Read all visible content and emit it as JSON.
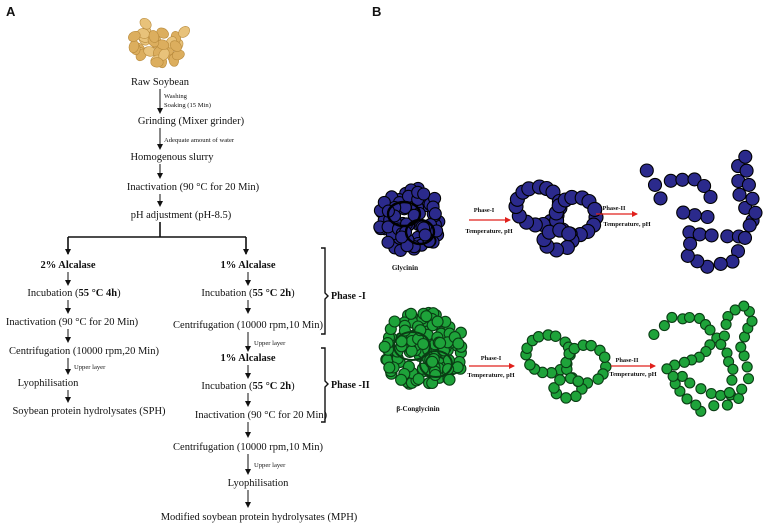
{
  "panels": {
    "a": "A",
    "b": "B"
  },
  "flow": {
    "raw": "Raw Soybean",
    "washing": "Washing",
    "soaking": "Soaking (15 Min)",
    "grinding": "Grinding (Mixer grinder)",
    "water": "Adequate amount of water",
    "slurry": "Homogenous slurry",
    "inact1": "Inactivation (90 °C for 20 Min)",
    "ph": "pH adjustment (pH-8.5)",
    "left": {
      "alcalase": "2% Alcalase",
      "incubation_pre": "Incubation (",
      "incubation_bold": "55 °C  4h",
      "incubation_post": ")",
      "inact": "Inactivation (90 °C for 20 Min)",
      "centri": "Centrifugation (10000 rpm,20 Min)",
      "upper": "Upper layer",
      "lyo": "Lyophilisation",
      "product": "Soybean protein hydrolysates (SPH)"
    },
    "right": {
      "alcalase1": "1% Alcalase",
      "incubation1_pre": "Incubation (",
      "incubation1_bold": "55 °C  2h",
      "incubation1_post": ")",
      "centri1": "Centrifugation (10000 rpm,10 Min)",
      "upper1": "Upper layer",
      "alcalase2": "1% Alcalase",
      "incubation2_pre": "Incubation (",
      "incubation2_bold": "55 °C  2h",
      "incubation2_post": ")",
      "inact": "Inactivation (90 °C for 20 Min)",
      "centri2": "Centrifugation (10000 rpm,10 Min)",
      "upper2": "Upper layer",
      "lyo": "Lyophilisation",
      "product": "Modified soybean protein hydrolysates (MPH)"
    },
    "phase1": "Phase -I",
    "phase2": "Phase -II"
  },
  "unfolding": {
    "glycinin": {
      "name": "Glycinin",
      "color": "#2b2a8c",
      "phase1": "Phase-I",
      "cond1": "Temperature, pH",
      "phase2": "Phase-II",
      "cond2": "Temperature, pH"
    },
    "conglycinin": {
      "name": "β-Conglycinin",
      "color": "#1ea33a",
      "phase1": "Phase-I",
      "cond1": "Temperature, pH",
      "phase2": "Phase-II",
      "cond2": "Temperature, pH"
    },
    "arrow_color": "#e0201c"
  }
}
